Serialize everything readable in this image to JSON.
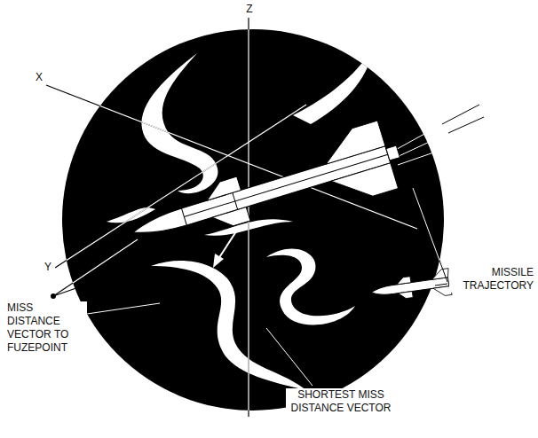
{
  "diagram": {
    "labels": [
      "Z",
      "X",
      "Y",
      "MISSILE TRAJECTORY",
      "MISS DISTANCE VECTOR TO FUZEPOINT",
      "SHORTEST MISS DISTANCE VECTOR"
    ]
  }
}
